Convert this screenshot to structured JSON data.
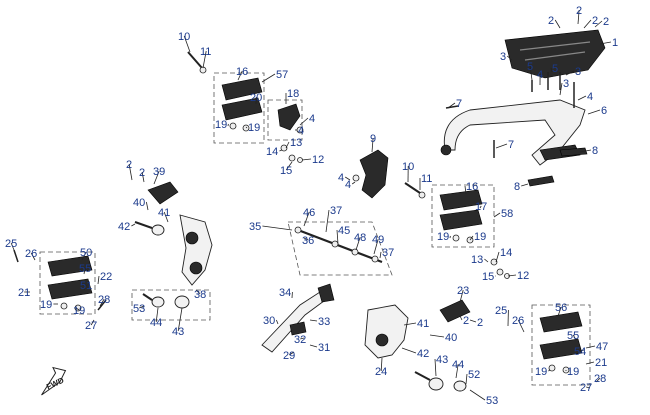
{
  "fwd_label": "FWD",
  "part_labels": [
    "1",
    "2",
    "2",
    "2",
    "2",
    "3",
    "5",
    "5",
    "3",
    "4",
    "3",
    "4",
    "6",
    "7",
    "7",
    "8",
    "8",
    "10",
    "11",
    "16",
    "57",
    "20",
    "19",
    "19",
    "18",
    "4",
    "4",
    "13",
    "14",
    "12",
    "15",
    "9",
    "4",
    "4",
    "10",
    "11",
    "16",
    "17",
    "58",
    "19",
    "19",
    "13",
    "14",
    "15",
    "12",
    "2",
    "2",
    "39",
    "40",
    "41",
    "42",
    "35",
    "46",
    "36",
    "37",
    "45",
    "48",
    "49",
    "37",
    "25",
    "26",
    "50",
    "55",
    "22",
    "21",
    "51",
    "19",
    "19",
    "27",
    "28",
    "38",
    "53",
    "44",
    "43",
    "34",
    "30",
    "33",
    "32",
    "31",
    "29",
    "23",
    "2",
    "2",
    "41",
    "40",
    "42",
    "43",
    "44",
    "52",
    "24",
    "53",
    "25",
    "26",
    "56",
    "55",
    "54",
    "47",
    "21",
    "19",
    "19",
    "27",
    "28"
  ]
}
